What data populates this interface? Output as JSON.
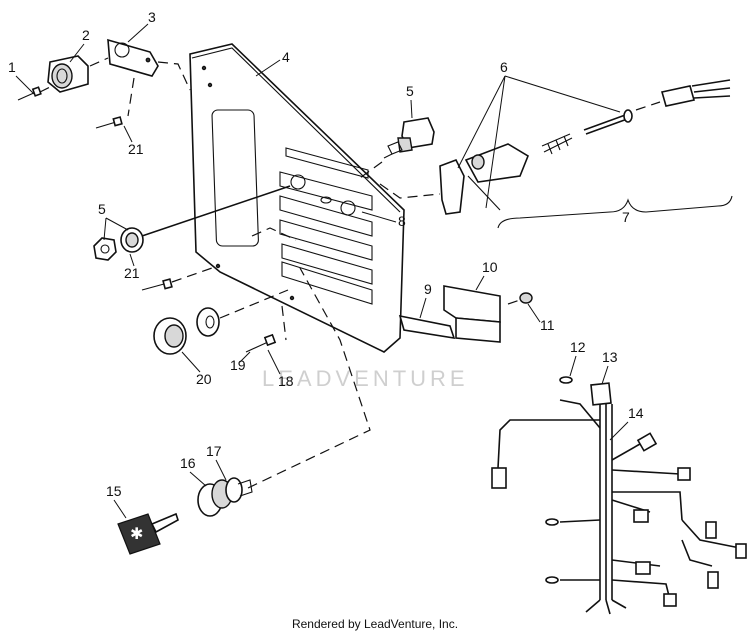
{
  "callouts": [
    "1",
    "2",
    "3",
    "4",
    "5",
    "6",
    "7",
    "8",
    "9",
    "10",
    "11",
    "12",
    "13",
    "14",
    "15",
    "16",
    "17",
    "18",
    "19",
    "20",
    "21"
  ],
  "watermark": "LEADVENTURE",
  "footer": "Rendered by LeadVenture, Inc."
}
